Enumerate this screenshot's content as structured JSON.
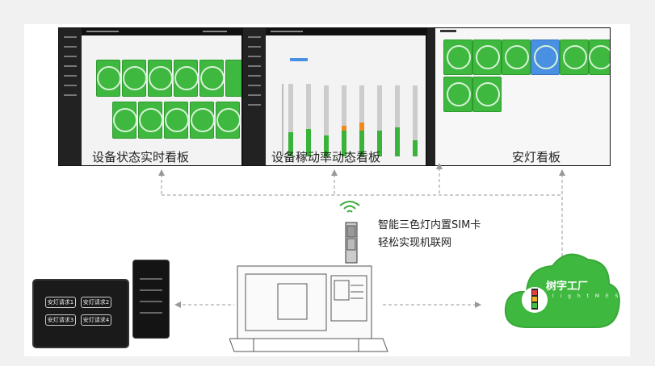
{
  "dashboards": [
    {
      "caption": "设备状态实时看板"
    },
    {
      "caption": "设备稼动率动态看板"
    },
    {
      "caption": "安灯看板"
    }
  ],
  "machine_note": {
    "line1": "智能三色灯内置SIM卡",
    "line2": "轻松实现机联网"
  },
  "tablet": {
    "buttons": [
      "安灯请求1",
      "安灯请求2",
      "安灯请求3",
      "安灯请求4"
    ]
  },
  "cloud": {
    "brand": "树字工厂",
    "sub": "l i g h t M E S"
  },
  "colors": {
    "card_green": "#3fb83f",
    "card_blue": "#4a90e2",
    "arrow": "#999999",
    "screen_frame": "#1c1c1c"
  },
  "icons": [
    "wifi-signal-icon",
    "stack-light-icon"
  ]
}
